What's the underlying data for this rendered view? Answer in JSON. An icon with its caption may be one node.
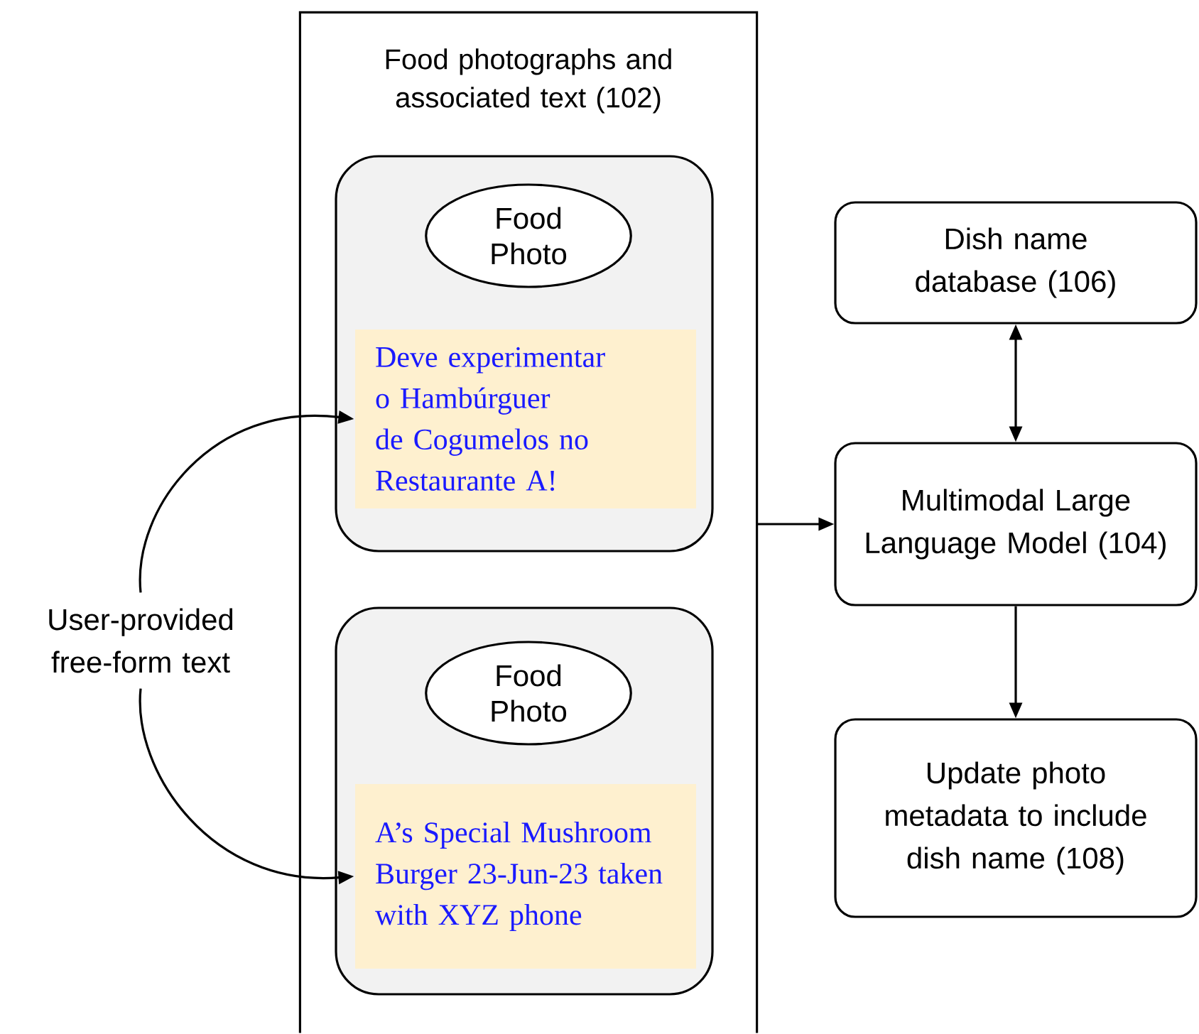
{
  "diagram": {
    "nodes": [
      {
        "text": [
          "Food photographs and associated text (102)"
        ]
      },
      {
        "text": [],
        "shape": "box",
        "in": 0
      },
      {
        "text": [
          "Food Photo"
        ],
        "in": 1
      },
      {
        "text": [
          "Deve experimentar o Hambúrguer de Cogumelos no Restaurante A!"
        ],
        "in": 1
      },
      {
        "text": [],
        "shape": "box",
        "in": 0
      },
      {
        "text": [
          "Food Photo"
        ],
        "in": 4
      },
      {
        "text": [
          "A’s Special Mushroom Burger 23-Jun-23 taken with XYZ phone"
        ],
        "in": 4
      },
      {
        "text": [
          "User-provided free-form text"
        ]
      },
      {
        "text": [
          "Dish name database (106)"
        ]
      },
      {
        "text": [
          "Multimodal Large Language Model (104)"
        ]
      },
      {
        "text": [
          "Update photo metadata to include dish name (108)"
        ]
      }
    ],
    "edges": [
      {
        "from": 7,
        "to": 3,
        "arrow": "to"
      },
      {
        "from": 7,
        "to": 6,
        "arrow": "to"
      },
      {
        "from": 0,
        "to": 9,
        "arrow": "to"
      },
      {
        "from": 8,
        "to": 9,
        "arrow": "both"
      },
      {
        "from": 9,
        "to": 10,
        "arrow": "to"
      }
    ]
  }
}
